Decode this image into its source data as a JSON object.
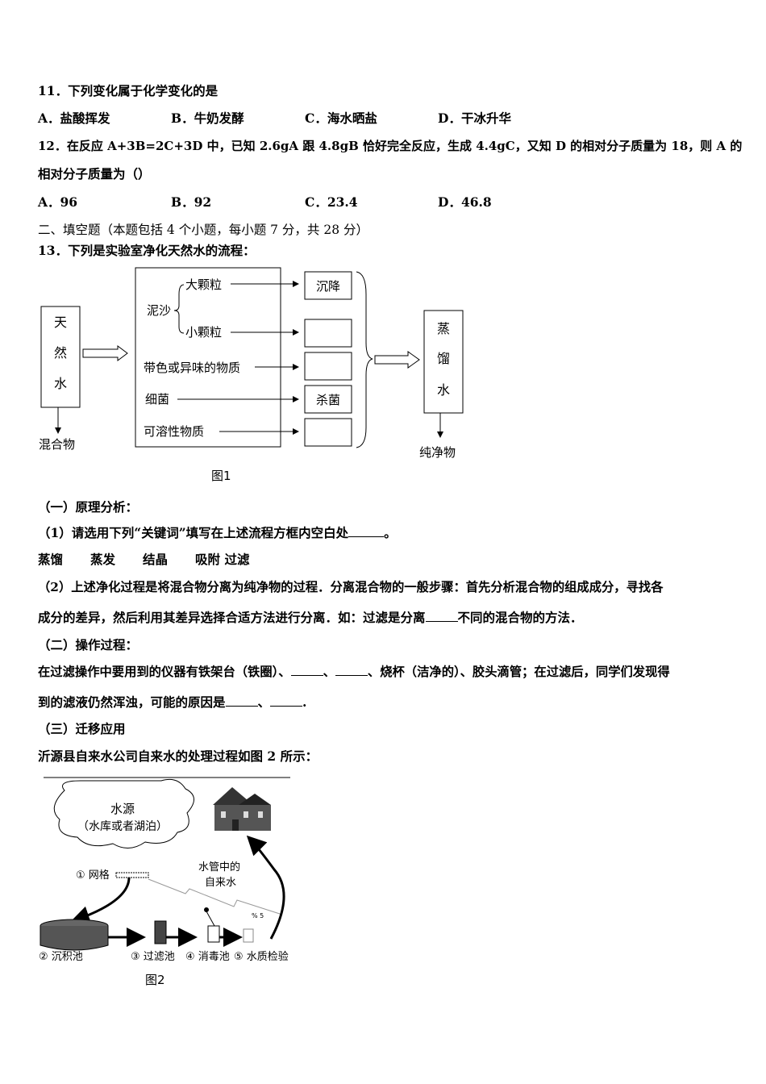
{
  "q11": {
    "stem": "11．下列变化属于化学变化的是",
    "options": [
      "A．盐酸挥发",
      "B．牛奶发酵",
      "C．海水晒盐",
      "D．干冰升华"
    ]
  },
  "q12": {
    "stem_line1": "12．在反应 A+3B=2C+3D 中，已知 2.6gA 跟 4.8gB 恰好完全反应，生成 4.4gC，又知 D 的相对分子质量为 18，则 A 的",
    "stem_line2": "相对分子质量为（）",
    "options": [
      "A．96",
      "B．92",
      "C．23.4",
      "D．46.8"
    ]
  },
  "section2": "二、填空题（本题包括 4 个小题，每小题 7 分，共 28 分）",
  "q13": {
    "stem": "13．下列是实验室净化天然水的流程：",
    "fig1": {
      "left_box": [
        "天",
        "然",
        "水"
      ],
      "left_below": "混合物",
      "brace_label": "泥沙",
      "big": "大颗粒",
      "small": "小颗粒",
      "color": "带色或异味的物质",
      "bacteria": "细菌",
      "soluble": "可溶性物质",
      "box1": "沉降",
      "box4": "杀菌",
      "right_box": [
        "蒸",
        "馏",
        "水"
      ],
      "right_below": "纯净物",
      "caption": "图1"
    },
    "part1_title": "（一）原理分析：",
    "part1_q1": "（1）请选用下列“关键词”填写在上述流程方框内空白处",
    "part1_q1_end": "。",
    "keywords": [
      "蒸馏",
      "蒸发",
      "结晶",
      "吸附 过滤"
    ],
    "part1_q2_line1": "（2）上述净化过程是将混合物分离为纯净物的过程．分离混合物的一般步骤：首先分析混合物的组成成分，寻找各",
    "part1_q2_line2a": "成分的差异，然后利用其差异选择合适方法进行分离．如：过滤是分离",
    "part1_q2_line2b": "不同的混合物的方法．",
    "part2_title": "（二）操作过程：",
    "part2_line1a": "在过滤操作中要用到的仪器有铁架台（铁圈）、",
    "part2_line1b": "、",
    "part2_line1c": "、烧杯（洁净的）、胶头滴管；在过滤后，同学们发现得",
    "part2_line2a": "到的滤液仍然浑浊，可能的原因是",
    "part2_line2b": "、",
    "part2_line2c": ".",
    "part3_title": "（三）迁移应用",
    "part3_line": "沂源县自来水公司自来水的处理过程如图 2 所示：",
    "fig2": {
      "source": "水源",
      "source_sub": "（水库或者湖泊）",
      "s1": "① 网格",
      "pipe": "水管中的",
      "pipe2": "自来水",
      "s2": "② 沉积池",
      "s3": "③ 过滤池",
      "s4": "④ 消毒池",
      "s5": "⑤ 水质检验",
      "caption": "图2"
    }
  }
}
